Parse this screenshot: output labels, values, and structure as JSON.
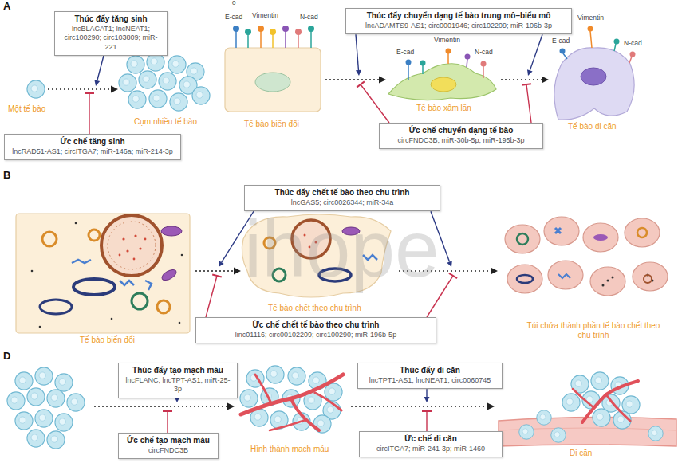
{
  "diagram": {
    "nodes": [
      {
        "text": [
          "Thúc đẩy tăng sinh",
          "lncBLACAT1; lncNEAT1; circ100290; circ103809; miR-221"
        ]
      },
      {
        "text": [
          "Ức chế tăng sinh",
          "lncRAD51-AS1; circITGA7; miR-146a; miR-214-3p"
        ]
      },
      {
        "text": [
          "Thúc đẩy chuyển dạng tế bào trung mô–biểu mô",
          "lncADAMTS9-AS1; circ0001946; circ102209; miR-106b-3p"
        ]
      },
      {
        "text": [
          "Ức chế chuyển dạng tế bào",
          "circFNDC3B; miR-30b-5p; miR-195b-3p"
        ]
      },
      {
        "text": [
          "Thúc đẩy chết tế bào theo chu trình",
          "lncGAS5; circ0026344; miR-34a"
        ]
      },
      {
        "text": [
          "Ức chế chết tế bào theo chu trình",
          "linc01116; circ00102209; circ100290; miR-196b-5p"
        ]
      },
      {
        "text": [
          "Thúc đẩy tạo mạch máu",
          "lncFLANC; lncTPT-AS1; miR-25-3p"
        ]
      },
      {
        "text": [
          "Ức chế tạo mạch máu",
          "circFNDC3B"
        ]
      },
      {
        "text": [
          "Thúc đẩy di căn",
          "lncTPT1-AS1; lncNEAT1; circ0060745"
        ]
      },
      {
        "text": [
          "Ức chế di căn",
          "circITGA7; miR-241-3p; miR-1460"
        ]
      }
    ],
    "labels": [
      "A",
      "0",
      "Một tế bào",
      "Cụm nhiều tế bào",
      "E-cad",
      "Vimentin",
      "N-cad",
      "Tế bào biến đổi",
      "Vimentin",
      "E-cad",
      "N-cad",
      "Tế bào xâm lấn",
      "Vimentin",
      "E-cad",
      "N-cad",
      "Tế bào di căn",
      "B",
      "Tế bào biến đổi",
      "Tế bào chết theo chu trình",
      "Túi chứa thành phần tế bào chết theo chu trình",
      "D",
      "Hình thành mạch máu",
      "Di căn",
      "ihope"
    ]
  }
}
